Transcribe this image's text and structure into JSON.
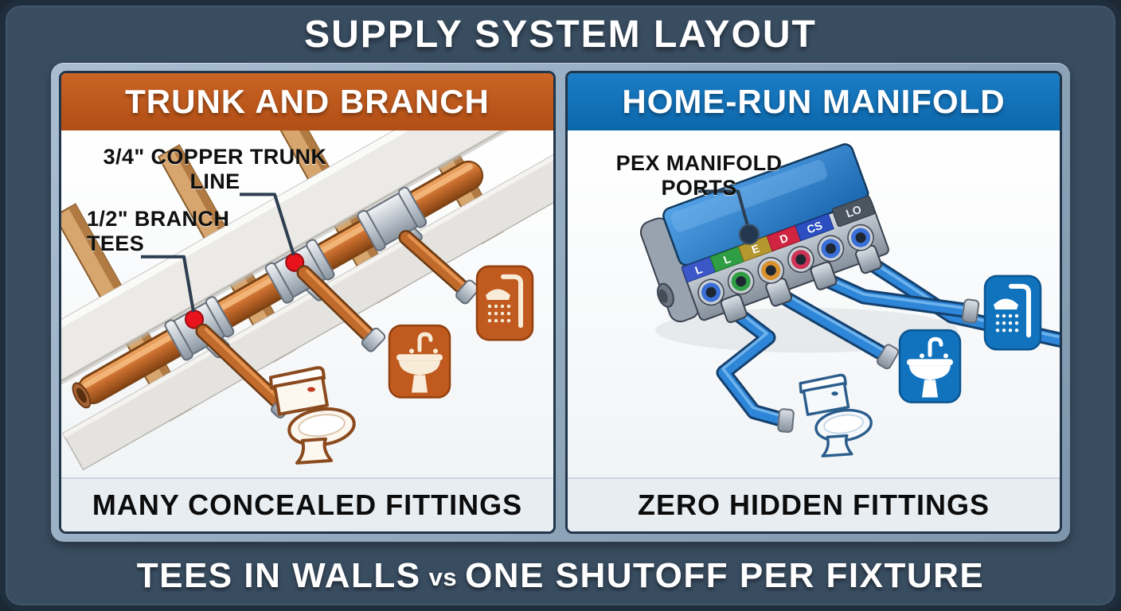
{
  "title": "SUPPLY SYSTEM LAYOUT",
  "left_panel": {
    "header": "TRUNK AND BRANCH",
    "caption": "MANY CONCEALED FITTINGS",
    "trunk_label_line1": "3/4\" COPPER TRUNK",
    "trunk_label_line2": "LINE",
    "branch_label_line1": "1/2\" BRANCH",
    "branch_label_line2": "TEES",
    "icons": [
      "shower-icon",
      "sink-icon",
      "toilet-illustration"
    ]
  },
  "right_panel": {
    "header": "HOME-RUN MANIFOLD",
    "caption": "ZERO HIDDEN FITTINGS",
    "ports_label_line1": "PEX MANIFOLD",
    "ports_label_line2": "PORTS",
    "port_labels": [
      "L",
      "L",
      "E",
      "D",
      "CS",
      "LO"
    ],
    "icons": [
      "shower-icon",
      "sink-icon",
      "toilet-illustration"
    ]
  },
  "footer": {
    "left": "TEES IN WALLS",
    "vs": "vs",
    "right": "ONE SHUTOFF PER FIXTURE"
  },
  "colors": {
    "background": "#394d61",
    "frame_steel": "#9cb1c5",
    "orange_header": "#c05a1f",
    "blue_header": "#1173bd",
    "copper_pipe": "#c06a2c",
    "pex_blue": "#2e86d9",
    "marker_red": "#e8131c",
    "stud_wood": "#d7a56e"
  }
}
